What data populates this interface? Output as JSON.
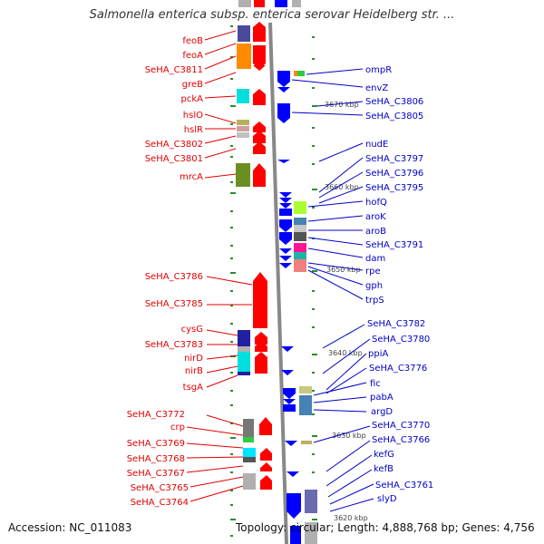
{
  "title": "Salmonella enterica subsp. enterica serovar Heidelberg str. ...",
  "accession": "Accession: NC_011083",
  "topology": "Topology: circular; Length: 4,888,768 bp; Genes: 4,756",
  "left_labels": [
    "feoB",
    "feoA",
    "SeHA_C3811",
    "greB",
    "pckA",
    "hslO",
    "hslR",
    "SeHA_C3802",
    "SeHA_C3801",
    "mrcA",
    "SeHA_C3786",
    "SeHA_C3785",
    "cysG",
    "SeHA_C3783",
    "nirD",
    "nirB",
    "tsgA",
    "SeHA_C3772",
    "crp",
    "SeHA_C3769",
    "SeHA_C3768",
    "SeHA_C3767",
    "SeHA_C3765",
    "SeHA_C3764"
  ],
  "right_labels": [
    "ompR",
    "envZ",
    "SeHA_C3806",
    "SeHA_C3805",
    "nudE",
    "SeHA_C3797",
    "SeHA_C3796",
    "SeHA_C3795",
    "hofQ",
    "aroK",
    "aroB",
    "SeHA_C3791",
    "dam",
    "rpe",
    "gph",
    "trpS",
    "SeHA_C3782",
    "SeHA_C3780",
    "ppiA",
    "SeHA_C3776",
    "fic",
    "pabA",
    "argD",
    "SeHA_C3770",
    "SeHA_C3766",
    "kefG",
    "kefB",
    "SeHA_C3761",
    "slyD"
  ],
  "kbp_labels": [
    "3670 kbp",
    "3660 kbp",
    "3650 kbp",
    "3640 kbp",
    "3630 kbp",
    "3620 kbp"
  ],
  "colors": {
    "forward": "#ff0000",
    "reverse": "#0000ff",
    "backbone": "#999999",
    "tick": "#2e8b2e"
  }
}
